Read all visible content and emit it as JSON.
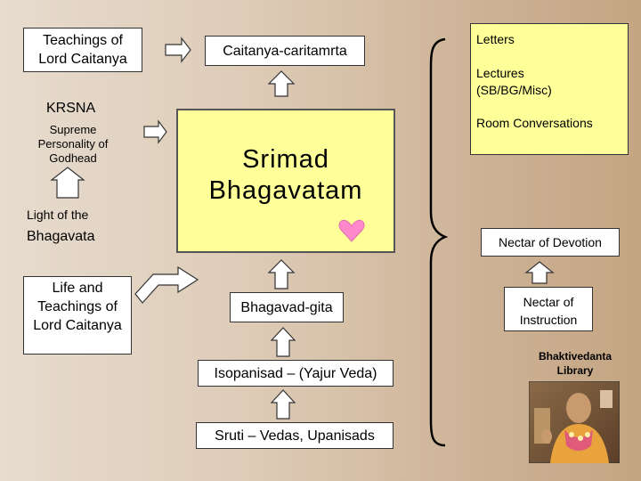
{
  "left": {
    "teachings_caitanya": "Teachings of Lord Caitanya",
    "krsna_title": "KRSNA",
    "krsna_sub": "Supreme Personality of Godhead",
    "light_small": "Light of the",
    "light_big": "Bhagavata",
    "life_teachings": "Life and Teachings of Lord Caitanya"
  },
  "center": {
    "caitanya_caritamrta": "Caitanya-caritamrta",
    "srimad_line1": "Srimad",
    "srimad_line2": "Bhagavatam",
    "bhagavad_gita": "Bhagavad-gita",
    "isopanisad": "Isopanisad – (Yajur Veda)",
    "sruti": "Sruti – Vedas, Upanisads"
  },
  "right": {
    "letters": "Letters",
    "lectures_line1": "Lectures",
    "lectures_line2": "(SB/BG/Misc)",
    "room_conversations": "Room Conversations",
    "nectar_devotion": "Nectar of Devotion",
    "nectar_instruction": "Nectar of Instruction",
    "library_line1": "Bhaktivedanta",
    "library_line2": "Library"
  },
  "colors": {
    "box_white": "#ffffff",
    "box_yellow": "#ffff99",
    "heart": "#ff88cc",
    "arrow_fill": "#ffffff"
  },
  "icons": [
    "heart-icon",
    "arrow-icon",
    "portrait-photo"
  ]
}
